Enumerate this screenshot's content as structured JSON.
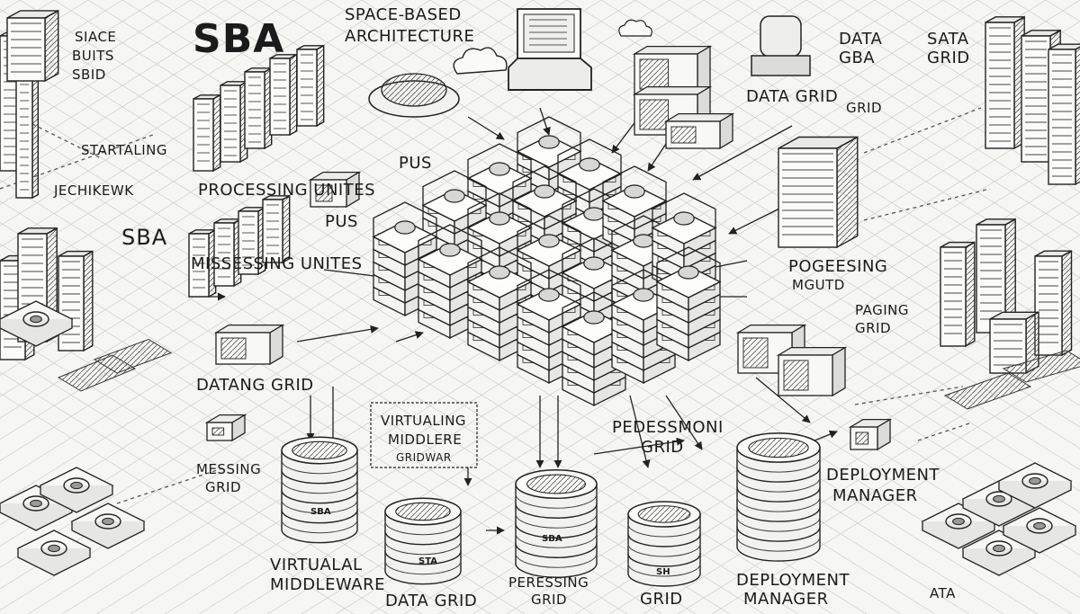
{
  "title": "SBA",
  "header_text": "SPACE-BASED ARCHITECTURE",
  "labels": {
    "sba_left": "SBA",
    "stace": "SIACE",
    "buits": "BUITS",
    "sbid": "SBID",
    "startaling": "STARTALING",
    "jechikewk": "JECHIKEWK",
    "data_gba": "DATA",
    "data_gba2": "GBA",
    "sata_grid": "SATA",
    "sata_grid2": "GRID",
    "data_grid_top": "DATA GRID",
    "grid_top": "GRID",
    "pus_top": "PUS",
    "pus_mid": "PUS",
    "processing_unites": "PROCESSING UNITES",
    "missessing_unites": "MISSESSING UNITES",
    "pogeesing": "POGEESING",
    "mgutd": "MGUTD",
    "paging_grid": "PAGING",
    "paging_grid2": "GRID",
    "datang_grid": "DATANG GRID",
    "messing_grid": "MESSING",
    "messing_grid2": "GRID",
    "virtualaing_1": "VIRTUALING",
    "virtualaing_2": "MIDDLERE",
    "virtualaing_3": "GRIDWAR",
    "pedessmoni": "PEDESSMONI",
    "pedessmoni_grid": "GRID",
    "deployment_manager_right_1": "DEPLOYMENT",
    "deployment_manager_right_2": "MANAGER",
    "virtualal_1": "VIRTUALAL",
    "virtualal_2": "MIDDLEWARE",
    "data_grid_bottom": "DATA GRID",
    "peressing_1": "PERESSING",
    "peressing_2": "GRID",
    "grid_bottom": "GRID",
    "deployment_bottom_1": "DEPLOYMENT",
    "deployment_bottom_2": "MANAGER",
    "ata": "ATA",
    "disk_sba_1": "SBA",
    "disk_sba_2": "SBA",
    "disk_sta": "STA",
    "disk_sh": "SH"
  },
  "icons": [
    "cloud-icon",
    "laptop-icon",
    "server-rack-icon",
    "database-disk-icon",
    "processing-cube-icon",
    "router-icon"
  ]
}
